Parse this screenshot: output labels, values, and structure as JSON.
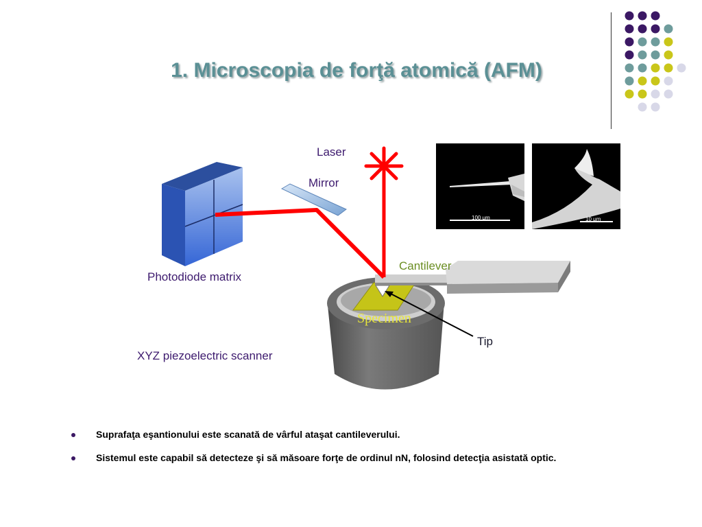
{
  "title": "1. Microscopia de forţă atomică (AFM)",
  "colors": {
    "title": "#5b9095",
    "purple_label": "#3d1a6e",
    "green_label": "#6b8e23",
    "laser": "#ff0000",
    "dot_purple": "#3b1864",
    "dot_teal": "#6e9c9c",
    "dot_yellow": "#c9c61a",
    "dot_lavender": "#d8d8e8",
    "bullet_dot": "#3b1864"
  },
  "diagram": {
    "laser_label": "Laser",
    "mirror_label": "Mirror",
    "photodiode_label": "Photodiode matrix",
    "cantilever_label": "Cantilever",
    "specimen_label": "Specimen",
    "tip_label": "Tip",
    "scanner_label": "XYZ piezoelectric scanner",
    "sem_scale_left": "100 μm",
    "sem_scale_right": "10 μm"
  },
  "bullets": [
    "Suprafaţa eşantionului este scanată de vârful ataşat cantileverului.",
    "Sistemul este capabil să detecteze şi să măsoare forţe de ordinul nN,  folosind detecţia asistată optic."
  ]
}
